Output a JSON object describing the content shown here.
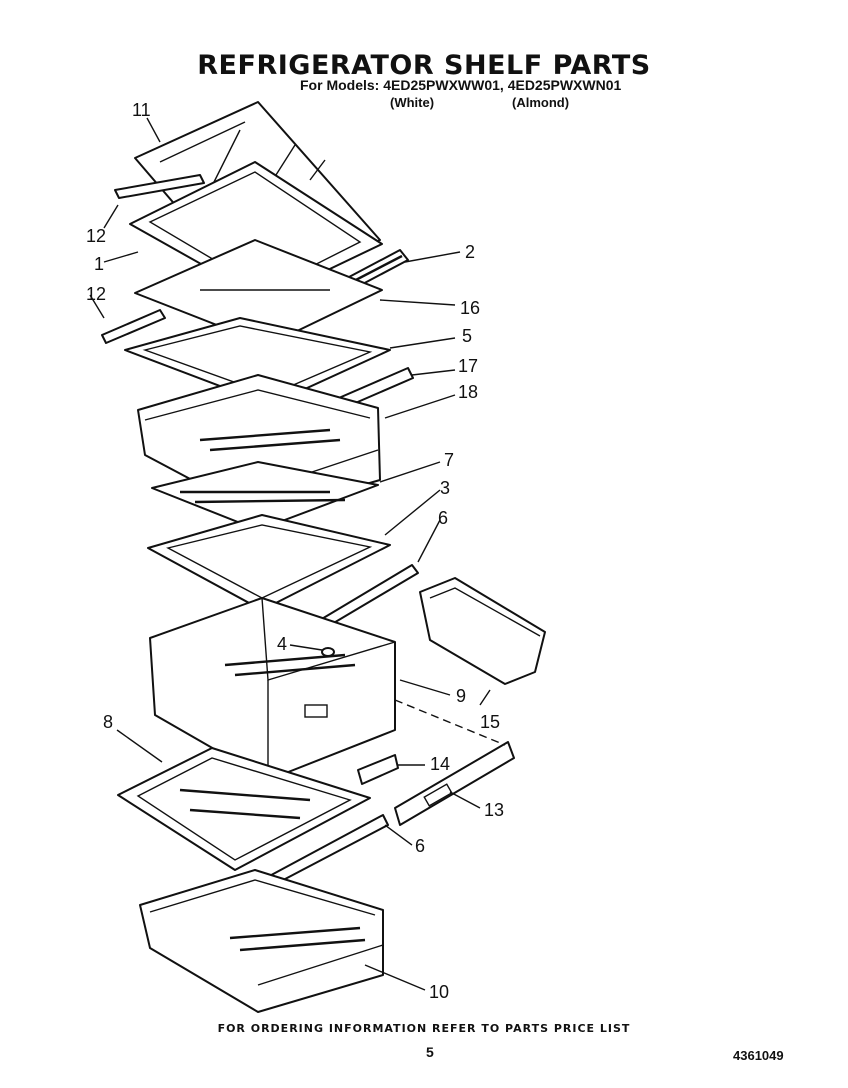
{
  "header": {
    "title": "REFRIGERATOR SHELF PARTS",
    "models_line": "For Models: 4ED25PWXWW01, 4ED25PWXWN01",
    "variant_white": "(White)",
    "variant_almond": "(Almond)"
  },
  "callouts": [
    "11",
    "12",
    "1",
    "2",
    "12",
    "16",
    "5",
    "17",
    "18",
    "7",
    "3",
    "6",
    "4",
    "9",
    "15",
    "8",
    "14",
    "13",
    "6",
    "10"
  ],
  "footer": {
    "ordering_note": "FOR ORDERING INFORMATION REFER TO PARTS PRICE LIST",
    "page_number": "5",
    "document_number": "4361049"
  }
}
